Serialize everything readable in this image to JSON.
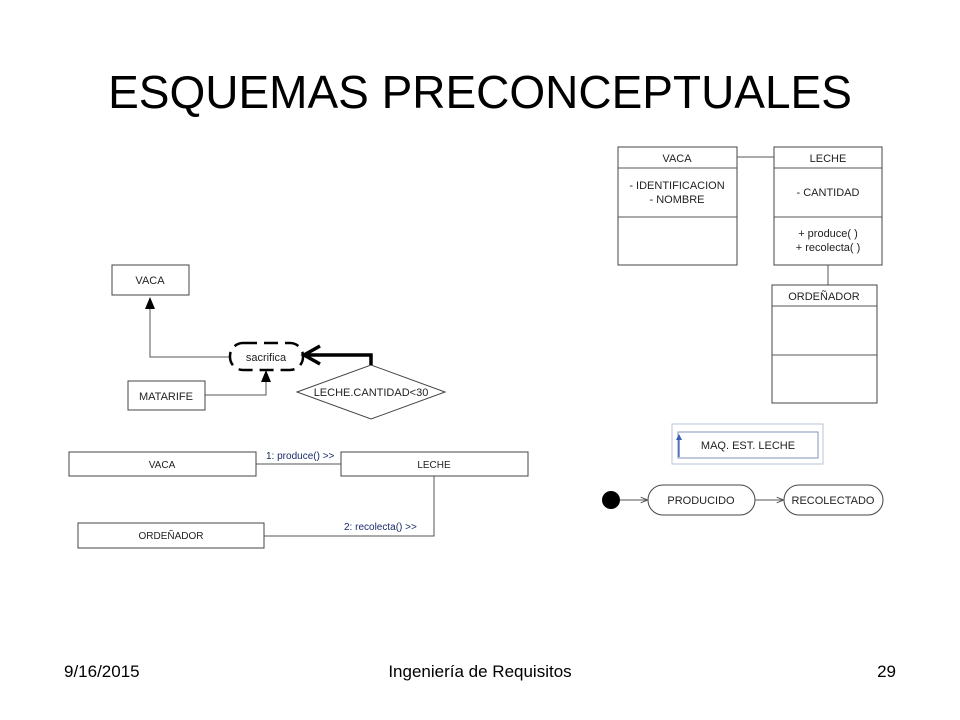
{
  "title": "ESQUEMAS PRECONCEPTUALES",
  "footer": {
    "date": "9/16/2015",
    "course": "Ingeniería de Requisitos",
    "page": "29"
  },
  "preconceptual": {
    "vaca": "VACA",
    "sacrifica": "sacrifica",
    "matarife": "MATARIFE",
    "condition": "LECHE.CANTIDAD<30"
  },
  "sequence": {
    "vaca": "VACA",
    "leche": "LECHE",
    "ordenador": "ORDEÑADOR",
    "msg1": "1: produce() >>",
    "msg2": "2: recolecta() >>"
  },
  "class_diagram": {
    "vaca": {
      "name": "VACA",
      "attr1": "- IDENTIFICACION",
      "attr2": "- NOMBRE"
    },
    "leche": {
      "name": "LECHE",
      "attr1": "- CANTIDAD",
      "op1": "+ produce(  )",
      "op2": "+ recolecta(  )"
    },
    "ordenador": {
      "name": "ORDEÑADOR"
    }
  },
  "state_machine": {
    "title": "MAQ. EST. LECHE",
    "state1": "PRODUCIDO",
    "state2": "RECOLECTADO"
  }
}
